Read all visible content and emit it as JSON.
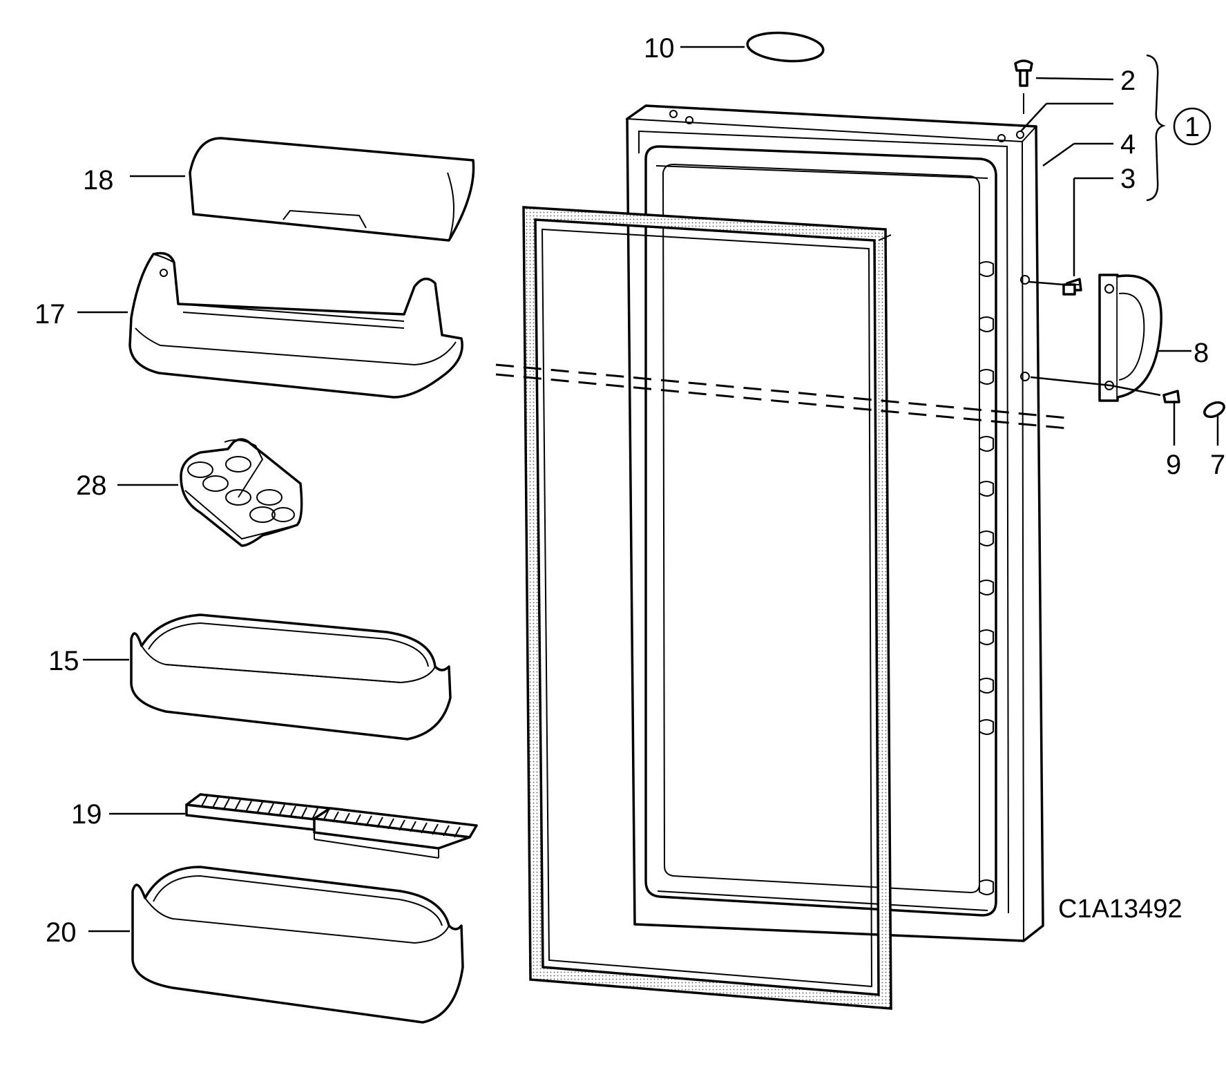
{
  "diagram": {
    "drawing_code": "C1A13492",
    "group_marker": "1",
    "callouts": [
      {
        "id": "10",
        "text": "10"
      },
      {
        "id": "2",
        "text": "2"
      },
      {
        "id": "4",
        "text": "4"
      },
      {
        "id": "3",
        "text": "3"
      },
      {
        "id": "18",
        "text": "18"
      },
      {
        "id": "17",
        "text": "17"
      },
      {
        "id": "8",
        "text": "8"
      },
      {
        "id": "9",
        "text": "9"
      },
      {
        "id": "7",
        "text": "7"
      },
      {
        "id": "28",
        "text": "28"
      },
      {
        "id": "15",
        "text": "15"
      },
      {
        "id": "19",
        "text": "19"
      },
      {
        "id": "20",
        "text": "20"
      }
    ]
  }
}
